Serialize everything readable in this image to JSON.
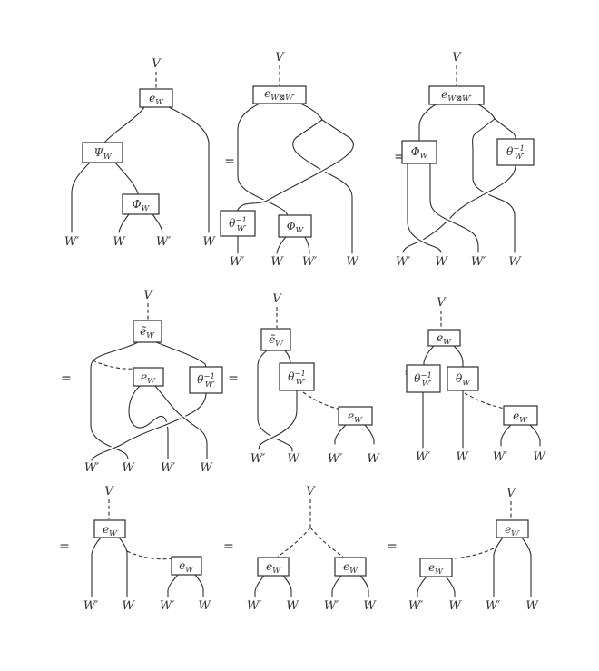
{
  "figure": {
    "equals": "=",
    "colors": {
      "ink": "#2e2e2e",
      "background": "#ffffff"
    },
    "diagrams": [
      {
        "name": "term-1",
        "top": "V",
        "bottom": [
          "W′",
          "W",
          "W′",
          "W"
        ],
        "boxes": [
          {
            "base": "e",
            "sub": "W"
          },
          {
            "base": "Ψ",
            "sub": "W"
          },
          {
            "base": "Φ",
            "sub": "W"
          }
        ]
      },
      {
        "name": "term-2",
        "top": "V",
        "bottom": [
          "W′",
          "W",
          "W′",
          "W"
        ],
        "boxes": [
          {
            "base": "e",
            "sub": "W⊠W′"
          },
          {
            "base": "θ",
            "sup": "−1",
            "sub": "W′"
          },
          {
            "base": "Φ",
            "sub": "W"
          }
        ]
      },
      {
        "name": "term-3",
        "top": "V",
        "bottom": [
          "W′",
          "W",
          "W′",
          "W"
        ],
        "boxes": [
          {
            "base": "e",
            "sub": "W⊠W′"
          },
          {
            "base": "Φ",
            "sub": "W"
          },
          {
            "base": "θ",
            "sup": "−1",
            "sub": "W′"
          }
        ]
      },
      {
        "name": "term-4",
        "top": "V",
        "bottom": [
          "W′",
          "W",
          "W′",
          "W"
        ],
        "boxes": [
          {
            "base": "ẽ",
            "sub": "W"
          },
          {
            "base": "e",
            "sub": "W"
          },
          {
            "base": "θ",
            "sup": "−1",
            "sub": "W′"
          }
        ]
      },
      {
        "name": "term-5",
        "top": "V",
        "bottom": [
          "W′",
          "W",
          "W′",
          "W"
        ],
        "boxes": [
          {
            "base": "ẽ",
            "sub": "W"
          },
          {
            "base": "θ",
            "sup": "−1",
            "sub": "W′"
          },
          {
            "base": "e",
            "sub": "W"
          }
        ]
      },
      {
        "name": "term-6",
        "top": "V",
        "bottom": [
          "W′",
          "W",
          "W′",
          "W"
        ],
        "boxes": [
          {
            "base": "e",
            "sub": "W"
          },
          {
            "base": "θ",
            "sup": "−1",
            "sub": "W′"
          },
          {
            "base": "θ",
            "sub": "W"
          },
          {
            "base": "e",
            "sub": "W"
          }
        ]
      },
      {
        "name": "term-7",
        "top": "V",
        "bottom": [
          "W′",
          "W",
          "W′",
          "W"
        ],
        "boxes": [
          {
            "base": "e",
            "sub": "W"
          },
          {
            "base": "e",
            "sub": "W"
          }
        ]
      },
      {
        "name": "term-8",
        "top": "V",
        "bottom": [
          "W′",
          "W",
          "W′",
          "W"
        ],
        "boxes": [
          {
            "base": "e",
            "sub": "W"
          },
          {
            "base": "e",
            "sub": "W"
          }
        ]
      },
      {
        "name": "term-9",
        "top": "V",
        "bottom": [
          "W′",
          "W",
          "W′",
          "W"
        ],
        "boxes": [
          {
            "base": "e",
            "sub": "W"
          },
          {
            "base": "e",
            "sub": "W"
          }
        ]
      }
    ]
  }
}
